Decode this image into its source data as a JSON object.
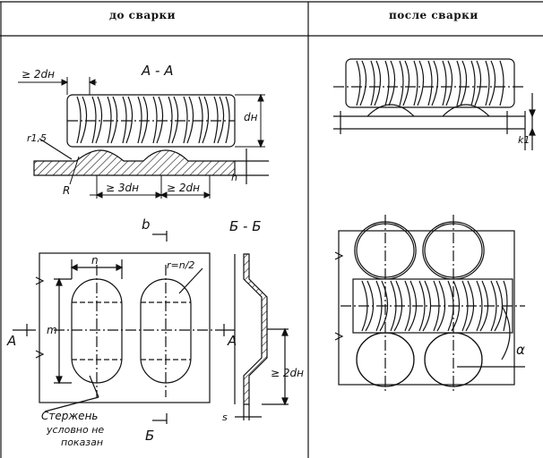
{
  "header": {
    "left": "до сварки",
    "right": "после сварки"
  },
  "labels": {
    "section_aa": "А - А",
    "section_bb": "Б - Б",
    "min_edge": "≥ 2dн",
    "dn": "dн",
    "r15": "r1,5",
    "R": "R",
    "min_3dn": "≥ 3dн",
    "min_2dn": "≥ 2dн",
    "h": "h",
    "b_top": "b",
    "n": "n",
    "r_n2": "r=n/2",
    "m": "m",
    "A_left": "А",
    "A_right": "А",
    "s": "s",
    "min_2dn_vert": "≥ 2dн",
    "rod_note_1": "Стержень",
    "rod_note_2": "условно не",
    "rod_note_3": "показан",
    "b_bottom": "Б",
    "k1": "k1",
    "alpha": "α"
  }
}
